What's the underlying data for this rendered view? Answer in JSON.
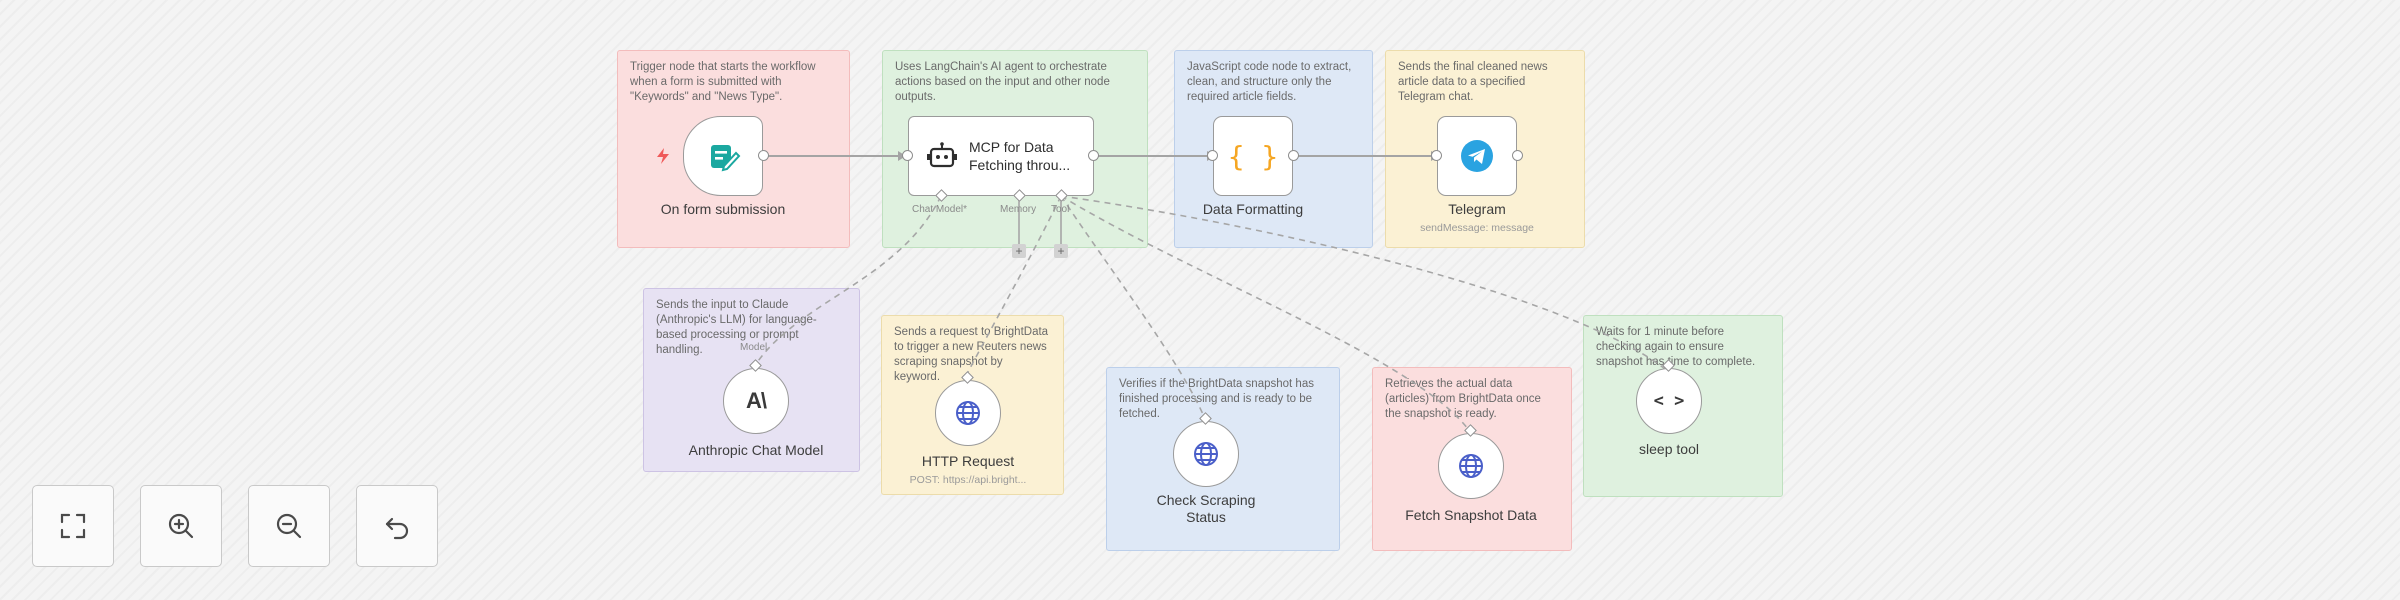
{
  "notes": {
    "trigger": "Trigger node that starts the workflow when a form is submitted with \"Keywords\" and \"News Type\".",
    "agent": "Uses LangChain's AI agent to orchestrate actions based on the input and other node outputs.",
    "formatting": "JavaScript code node to extract, clean, and structure only the required article fields.",
    "telegram": "Sends the final cleaned news article data to a specified Telegram chat.",
    "anthropic": "Sends the input to Claude (Anthropic's LLM) for language-based processing or prompt handling.",
    "http": "Sends a request to BrightData to trigger a new Reuters news scraping snapshot by keyword.",
    "check": "Verifies if the BrightData snapshot has finished processing and is ready to be fetched.",
    "fetch": "Retrieves the actual data (articles) from BrightData once the snapshot is ready.",
    "sleep": "Waits for 1 minute before checking again to ensure snapshot has time to complete."
  },
  "nodes": {
    "form": {
      "label": "On form submission",
      "icon": "form-icon"
    },
    "agent": {
      "line1": "MCP for Data",
      "line2": "Fetching throu...",
      "icon": "robot-icon"
    },
    "formatting": {
      "label": "Data Formatting",
      "icon": "code-braces-icon",
      "glyph": "{ }"
    },
    "telegram": {
      "label": "Telegram",
      "sub": "sendMessage: message",
      "icon": "telegram-icon"
    },
    "anthropic": {
      "label": "Anthropic Chat Model",
      "glyph": "A\\",
      "port_label": "Model",
      "icon": "anthropic-icon"
    },
    "http": {
      "label": "HTTP Request",
      "sub": "POST: https://api.bright...",
      "icon": "globe-icon"
    },
    "check": {
      "label": "Check Scraping Status",
      "icon": "globe-icon"
    },
    "fetch": {
      "label": "Fetch Snapshot Data",
      "icon": "globe-icon"
    },
    "sleep": {
      "label": "sleep tool",
      "glyph": "< >",
      "icon": "code-icon"
    }
  },
  "agent_ports": {
    "chat_model": "Chat Model*",
    "memory": "Memory",
    "tool": "Tool"
  },
  "plus_symbol": "+",
  "controls": {
    "fit": "fit-view-icon",
    "zoom_in": "zoom-in-icon",
    "zoom_out": "zoom-out-icon",
    "reset": "undo-icon"
  },
  "colors": {
    "note_red": "#fbdede",
    "note_green": "#dff1df",
    "note_blue": "#dee8f6",
    "note_yellow": "#fbf1d4",
    "note_purple": "#e7e2f3",
    "trigger_bolt": "#ef5a5a",
    "form_icon": "#1ba8a0",
    "formatting_icon": "#f5a623",
    "telegram_icon": "#2aa3e1",
    "globe_icon": "#4a5fc9"
  }
}
